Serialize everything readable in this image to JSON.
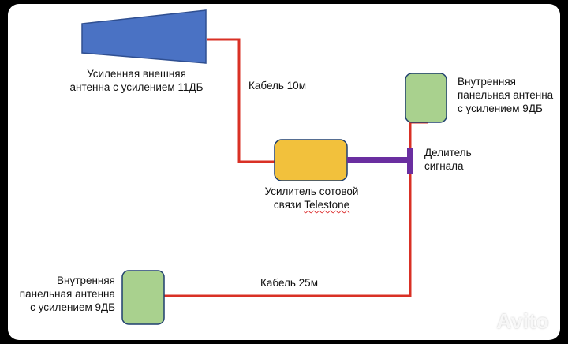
{
  "colors": {
    "cable": "#d93025",
    "splitter": "#6a2fa0",
    "external_antenna": "#4a72c4",
    "amplifier": "#f2c13c",
    "panel_antenna": "#a9d18e"
  },
  "external_antenna": {
    "line1": "Усиленная внешняя",
    "line2": "антенна с усилением 11ДБ"
  },
  "cable_top": {
    "label": "Кабель 10м"
  },
  "panel_antenna_top": {
    "line1": "Внутренняя",
    "line2": "панельная антенна",
    "line3": "с усилением 9ДБ"
  },
  "splitter": {
    "line1": "Делитель",
    "line2": "сигнала"
  },
  "amplifier": {
    "line1": "Усилитель сотовой",
    "line2a": "связи ",
    "line2b": "Telestone"
  },
  "panel_antenna_bottom": {
    "line1": "Внутренняя",
    "line2": "панельная антенна",
    "line3": "с усилением 9ДБ"
  },
  "cable_bottom": {
    "label": "Кабель 25м"
  },
  "watermark": {
    "text": "Avito"
  }
}
